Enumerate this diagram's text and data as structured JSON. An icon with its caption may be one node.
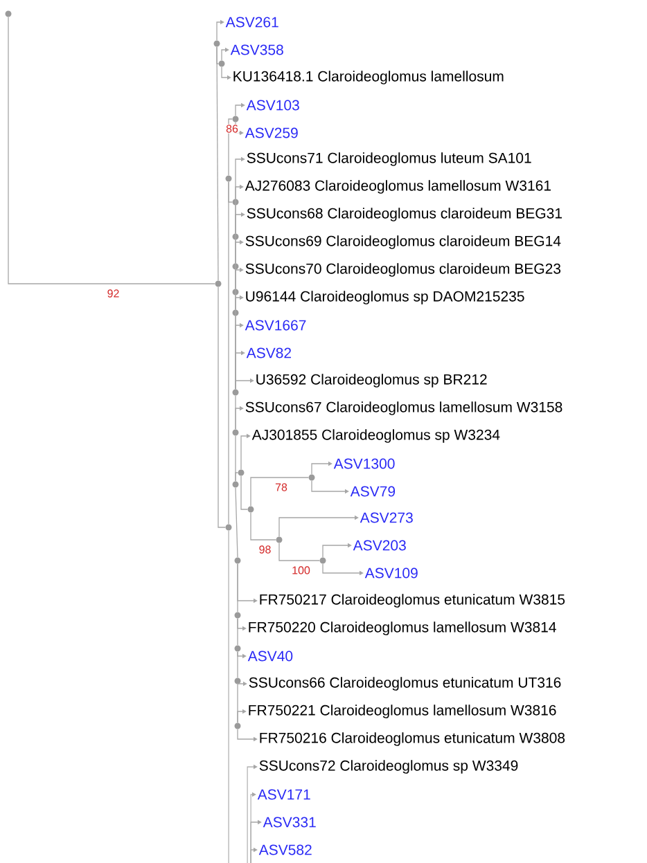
{
  "diagram": {
    "nodes": [
      {
        "text": [
          "ASV261"
        ]
      },
      {
        "text": [
          "ASV358"
        ]
      },
      {
        "text": [
          "KU136418.1 Claroideoglomus lamellosum"
        ]
      },
      {
        "text": [
          "ASV103"
        ]
      },
      {
        "text": [
          "ASV259"
        ]
      },
      {
        "text": [
          "SSUcons71 Claroideoglomus luteum SA101"
        ]
      },
      {
        "text": [
          "AJ276083 Claroideoglomus lamellosum W3161"
        ]
      },
      {
        "text": [
          "SSUcons68 Claroideoglomus claroideum BEG31"
        ]
      },
      {
        "text": [
          "SSUcons69 Claroideoglomus claroideum BEG14"
        ]
      },
      {
        "text": [
          "SSUcons70 Claroideoglomus claroideum BEG23"
        ]
      },
      {
        "text": [
          "U96144 Claroideoglomus sp DAOM215235"
        ]
      },
      {
        "text": [
          "ASV1667"
        ]
      },
      {
        "text": [
          "ASV82"
        ]
      },
      {
        "text": [
          "U36592 Claroideoglomus sp BR212"
        ]
      },
      {
        "text": [
          "SSUcons67 Claroideoglomus lamellosum W3158"
        ]
      },
      {
        "text": [
          "AJ301855 Claroideoglomus sp W3234"
        ]
      },
      {
        "text": [
          "ASV1300"
        ]
      },
      {
        "text": [
          "ASV79"
        ]
      },
      {
        "text": [
          "ASV273"
        ]
      },
      {
        "text": [
          "ASV203"
        ]
      },
      {
        "text": [
          "ASV109"
        ]
      },
      {
        "text": [
          "FR750217 Claroideoglomus etunicatum W3815"
        ]
      },
      {
        "text": [
          "FR750220 Claroideoglomus lamellosum W3814"
        ]
      },
      {
        "text": [
          "ASV40"
        ]
      },
      {
        "text": [
          "SSUcons66 Claroideoglomus etunicatum UT316"
        ]
      },
      {
        "text": [
          "FR750221 Claroideoglomus lamellosum W3816"
        ]
      },
      {
        "text": [
          "FR750216 Claroideoglomus etunicatum W3808"
        ]
      },
      {
        "text": [
          "SSUcons72 Claroideoglomus sp W3349"
        ]
      },
      {
        "text": [
          "ASV171"
        ]
      },
      {
        "text": [
          "ASV331"
        ]
      },
      {
        "text": [
          "ASV582"
        ]
      },
      {
        "text": [],
        "shape": "circle"
      },
      {
        "text": [],
        "shape": "circle"
      },
      {
        "text": [],
        "shape": "circle"
      },
      {
        "text": [],
        "shape": "circle"
      },
      {
        "text": [],
        "shape": "circle"
      },
      {
        "text": [],
        "shape": "circle"
      },
      {
        "text": [],
        "shape": "circle"
      },
      {
        "text": [],
        "shape": "circle"
      },
      {
        "text": [],
        "shape": "circle"
      },
      {
        "text": [],
        "shape": "circle"
      },
      {
        "text": [],
        "shape": "circle"
      },
      {
        "text": [],
        "shape": "circle"
      },
      {
        "text": [],
        "shape": "circle"
      },
      {
        "text": [],
        "shape": "circle"
      },
      {
        "text": [],
        "shape": "circle"
      },
      {
        "text": [],
        "shape": "circle"
      },
      {
        "text": [],
        "shape": "circle"
      },
      {
        "text": [],
        "shape": "circle"
      },
      {
        "text": [],
        "shape": "circle"
      },
      {
        "text": [],
        "shape": "circle"
      },
      {
        "text": [],
        "shape": "circle"
      },
      {
        "text": [],
        "shape": "circle"
      },
      {
        "text": [],
        "shape": "circle"
      },
      {
        "text": [],
        "shape": "circle"
      },
      {
        "text": [],
        "shape": "circle"
      }
    ],
    "edges": [
      {
        "from": 31,
        "to": 32,
        "arrow": "none",
        "label": "92"
      },
      {
        "from": 32,
        "to": 33,
        "arrow": "none"
      },
      {
        "from": 32,
        "to": 35,
        "arrow": "none"
      },
      {
        "from": 33,
        "to": 0,
        "arrow": "to"
      },
      {
        "from": 33,
        "to": 34,
        "arrow": "none"
      },
      {
        "from": 34,
        "to": 1,
        "arrow": "to"
      },
      {
        "from": 34,
        "to": 2,
        "arrow": "to"
      },
      {
        "from": 35,
        "to": 36,
        "arrow": "none"
      },
      {
        "from": 35,
        "to": null,
        "arrow": "none"
      },
      {
        "from": 36,
        "to": 37,
        "arrow": "none",
        "label": "86"
      },
      {
        "from": 36,
        "to": 38,
        "arrow": "none"
      },
      {
        "from": 37,
        "to": 3,
        "arrow": "to"
      },
      {
        "from": 37,
        "to": 4,
        "arrow": "to"
      },
      {
        "from": 38,
        "to": 5,
        "arrow": "to"
      },
      {
        "from": 38,
        "to": 39,
        "arrow": "none"
      },
      {
        "from": 39,
        "to": 6,
        "arrow": "to"
      },
      {
        "from": 39,
        "to": 40,
        "arrow": "none"
      },
      {
        "from": 40,
        "to": 7,
        "arrow": "to"
      },
      {
        "from": 40,
        "to": 41,
        "arrow": "none"
      },
      {
        "from": 41,
        "to": 8,
        "arrow": "to"
      },
      {
        "from": 41,
        "to": 42,
        "arrow": "none"
      },
      {
        "from": 42,
        "to": 9,
        "arrow": "to"
      },
      {
        "from": 42,
        "to": 43,
        "arrow": "none"
      },
      {
        "from": 43,
        "to": 10,
        "arrow": "to"
      },
      {
        "from": 43,
        "to": 11,
        "arrow": "to"
      },
      {
        "from": 43,
        "to": 12,
        "arrow": "to"
      },
      {
        "from": 43,
        "to": 13,
        "arrow": "to"
      },
      {
        "from": 43,
        "to": 44,
        "arrow": "none"
      },
      {
        "from": 44,
        "to": 14,
        "arrow": "to"
      },
      {
        "from": 44,
        "to": 45,
        "arrow": "none"
      },
      {
        "from": 45,
        "to": 46,
        "arrow": "none"
      },
      {
        "from": 45,
        "to": 51,
        "arrow": "none"
      },
      {
        "from": 46,
        "to": 15,
        "arrow": "to"
      },
      {
        "from": 46,
        "to": 47,
        "arrow": "none"
      },
      {
        "from": 47,
        "to": 48,
        "arrow": "none",
        "label": "78"
      },
      {
        "from": 47,
        "to": 49,
        "arrow": "none",
        "label": "98"
      },
      {
        "from": 48,
        "to": 16,
        "arrow": "to"
      },
      {
        "from": 48,
        "to": 17,
        "arrow": "to"
      },
      {
        "from": 49,
        "to": 18,
        "arrow": "to"
      },
      {
        "from": 49,
        "to": 50,
        "arrow": "none",
        "label": "100"
      },
      {
        "from": 50,
        "to": 19,
        "arrow": "to"
      },
      {
        "from": 50,
        "to": 20,
        "arrow": "to"
      },
      {
        "from": 51,
        "to": 21,
        "arrow": "to"
      },
      {
        "from": 51,
        "to": 52,
        "arrow": "none"
      },
      {
        "from": 52,
        "to": 22,
        "arrow": "to"
      },
      {
        "from": 52,
        "to": 53,
        "arrow": "none"
      },
      {
        "from": 53,
        "to": 23,
        "arrow": "to"
      },
      {
        "from": 53,
        "to": 54,
        "arrow": "none"
      },
      {
        "from": 54,
        "to": 24,
        "arrow": "to"
      },
      {
        "from": 54,
        "to": 55,
        "arrow": "none"
      },
      {
        "from": 55,
        "to": 25,
        "arrow": "to"
      },
      {
        "from": 55,
        "to": 26,
        "arrow": "to"
      },
      {
        "from": null,
        "to": 27,
        "arrow": "to"
      },
      {
        "from": null,
        "to": 28,
        "arrow": "to"
      },
      {
        "from": null,
        "to": 29,
        "arrow": "to"
      },
      {
        "from": null,
        "to": 30,
        "arrow": "to"
      }
    ]
  }
}
